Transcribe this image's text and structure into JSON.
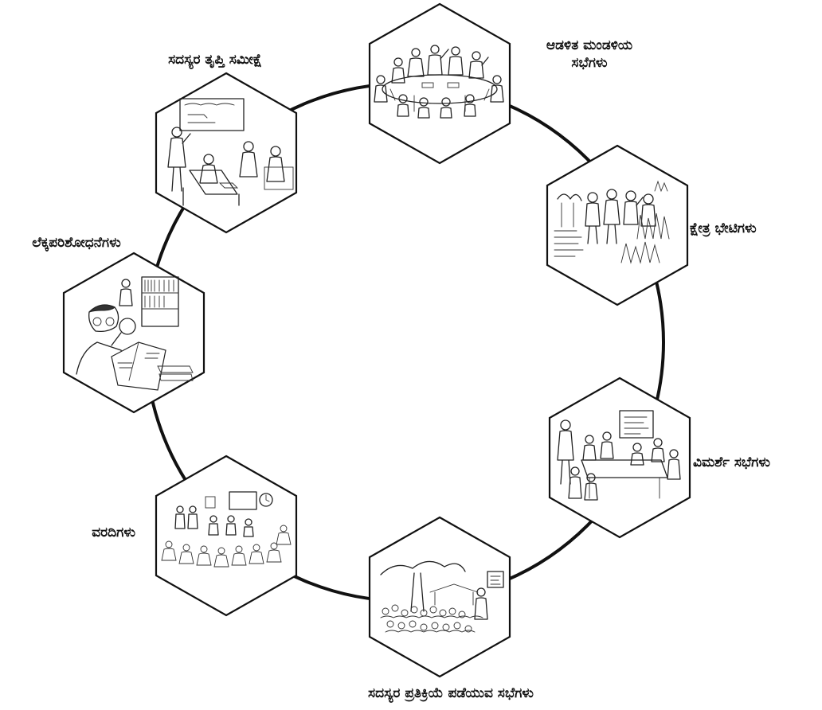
{
  "diagram": {
    "stages": [
      {
        "id": "board-meetings",
        "label_lines": [
          "ಆಡಳಿತ ಮಂಡಳಿಯ",
          "ಸಭೆಗಳು"
        ],
        "illustration": "board-meeting-sketch"
      },
      {
        "id": "field-visits",
        "label_lines": [
          "ಕ್ಷೇತ್ರ ಭೇಟಿಗಳು"
        ],
        "illustration": "field-visit-sketch"
      },
      {
        "id": "review-meetings",
        "label_lines": [
          "ವಿಮರ್ಶೆ ಸಭೆಗಳು"
        ],
        "illustration": "review-meeting-sketch"
      },
      {
        "id": "member-feedback-meetings",
        "label_lines": [
          "ಸದಸ್ಯರ ಪ್ರತಿಕ್ರಿಯೆ ಪಡೆಯುವ ಸಭೆಗಳು"
        ],
        "illustration": "outdoor-gathering-sketch"
      },
      {
        "id": "reports",
        "label_lines": [
          "ವರದಿಗಳು"
        ],
        "illustration": "classroom-group-sketch"
      },
      {
        "id": "audits",
        "label_lines": [
          "ಲೆಕ್ಕಪರಿಶೋಧನೆಗಳು"
        ],
        "illustration": "auditor-with-magnifier-sketch"
      },
      {
        "id": "member-satisfaction-survey",
        "label_lines": [
          "ಸದಸ್ಯರ ತೃಪ್ತಿ ಸಮೀಕ್ಷೆ"
        ],
        "illustration": "survey-interview-sketch"
      }
    ],
    "colors": {
      "ring": "#111111",
      "hex_border": "#111111",
      "hex_fill": "#ffffff",
      "text": "#111111"
    }
  }
}
